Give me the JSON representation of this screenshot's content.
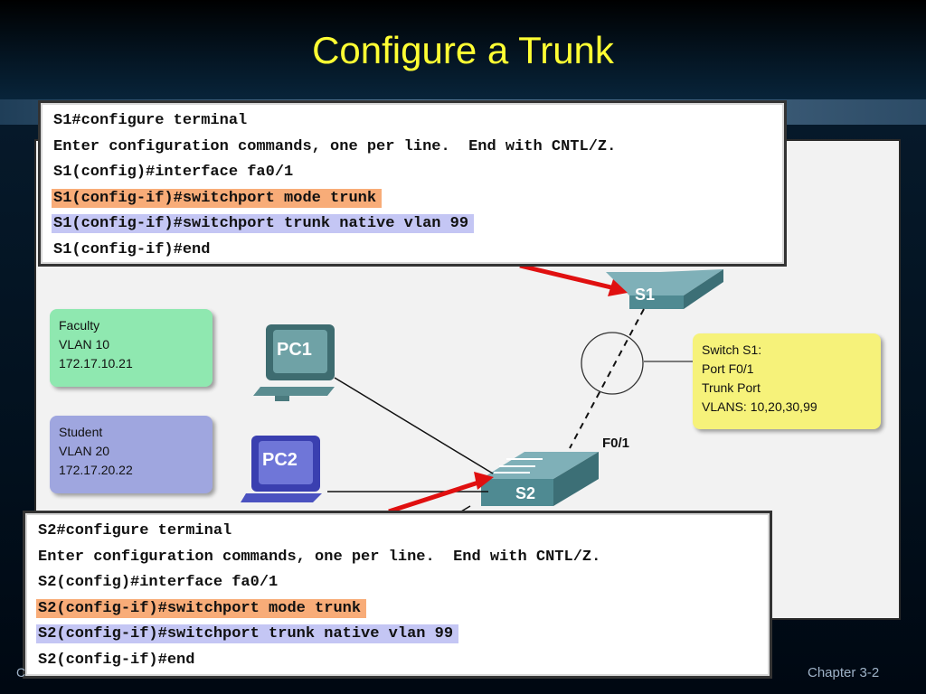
{
  "slide": {
    "title": "Configure a Trunk",
    "footer_left": "C",
    "footer_right": "Chapter 3-2"
  },
  "colors": {
    "title": "#ffff33",
    "highlight_orange": "#f8ac78",
    "highlight_blue": "#c4c6f4",
    "faculty_box": "#8fe8b0",
    "student_box": "#9fa6df",
    "info_box": "#f6f27a",
    "arrow": "#e01010"
  },
  "console_s1": {
    "lines": [
      {
        "text": "S1#configure terminal",
        "highlight": "none"
      },
      {
        "text": "Enter configuration commands, one per line.  End with CNTL/Z.",
        "highlight": "none"
      },
      {
        "text": "S1(config)#interface fa0/1",
        "highlight": "none"
      },
      {
        "text": "S1(config-if)#switchport mode trunk",
        "highlight": "orange"
      },
      {
        "text": "S1(config-if)#switchport trunk native vlan 99",
        "highlight": "blue"
      },
      {
        "text": "S1(config-if)#end",
        "highlight": "none"
      }
    ]
  },
  "console_s2": {
    "lines": [
      {
        "text": "S2#configure terminal",
        "highlight": "none"
      },
      {
        "text": "Enter configuration commands, one per line.  End with CNTL/Z.",
        "highlight": "none"
      },
      {
        "text": "S2(config)#interface fa0/1",
        "highlight": "none"
      },
      {
        "text": "S2(config-if)#switchport mode trunk",
        "highlight": "orange"
      },
      {
        "text": "S2(config-if)#switchport trunk native vlan 99",
        "highlight": "blue"
      },
      {
        "text": "S2(config-if)#end",
        "highlight": "none"
      }
    ]
  },
  "faculty": {
    "lines": [
      "Faculty",
      "VLAN 10",
      "172.17.10.21"
    ]
  },
  "student": {
    "lines": [
      "Student",
      "VLAN 20",
      "172.17.20.22"
    ]
  },
  "s1_info": {
    "lines": [
      "Switch S1:",
      "Port F0/1",
      "Trunk Port",
      "VLANS: 10,20,30,99"
    ]
  },
  "devices": {
    "s1_label": "S1",
    "s2_label": "S2",
    "pc1_label": "PC1",
    "pc2_label": "PC2",
    "port_label": "F0/1"
  }
}
